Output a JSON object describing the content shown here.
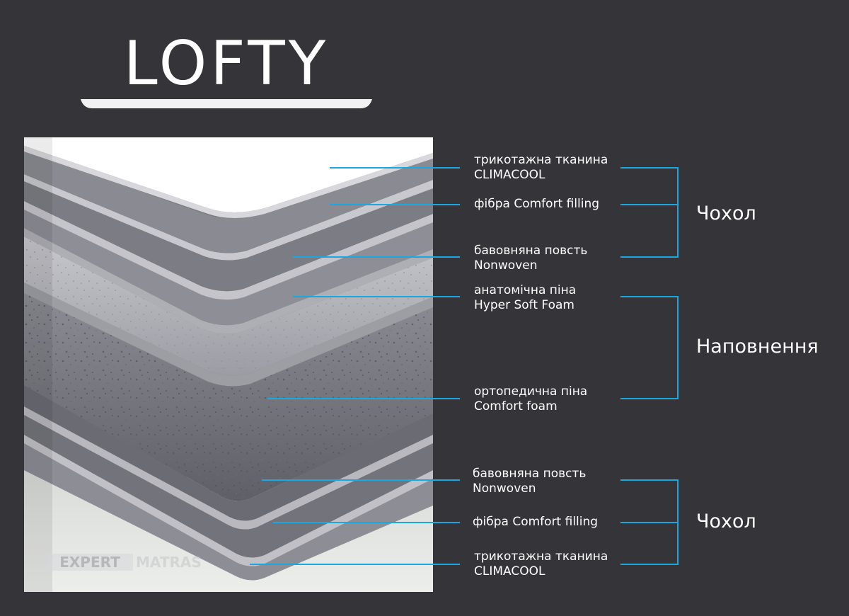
{
  "brand": {
    "title": "LOFTY",
    "watermark_part1": "EXPERT",
    "watermark_part2": "MATRAS"
  },
  "layers": [
    {
      "line1": "трикотажна тканина",
      "line2": "CLIMACOOL"
    },
    {
      "line1": "фібра Comfort filling",
      "line2": ""
    },
    {
      "line1": "бавовняна повсть",
      "line2": "Nonwoven"
    },
    {
      "line1": "анатомічна піна",
      "line2": "Hyper Soft Foam"
    },
    {
      "line1": "ортопедична піна",
      "line2": "Comfort foam"
    },
    {
      "line1": "бавовняна повсть",
      "line2": "Nonwoven"
    },
    {
      "line1": "фібра Comfort filling",
      "line2": ""
    },
    {
      "line1": "трикотажна тканина",
      "line2": "CLIMACOOL"
    }
  ],
  "groups": {
    "top_cover": "Чохол",
    "filling": "Наповнення",
    "bottom_cover": "Чохол"
  },
  "colors": {
    "background": "#353438",
    "leader_line": "#1ba7e0",
    "text": "#ffffff"
  }
}
